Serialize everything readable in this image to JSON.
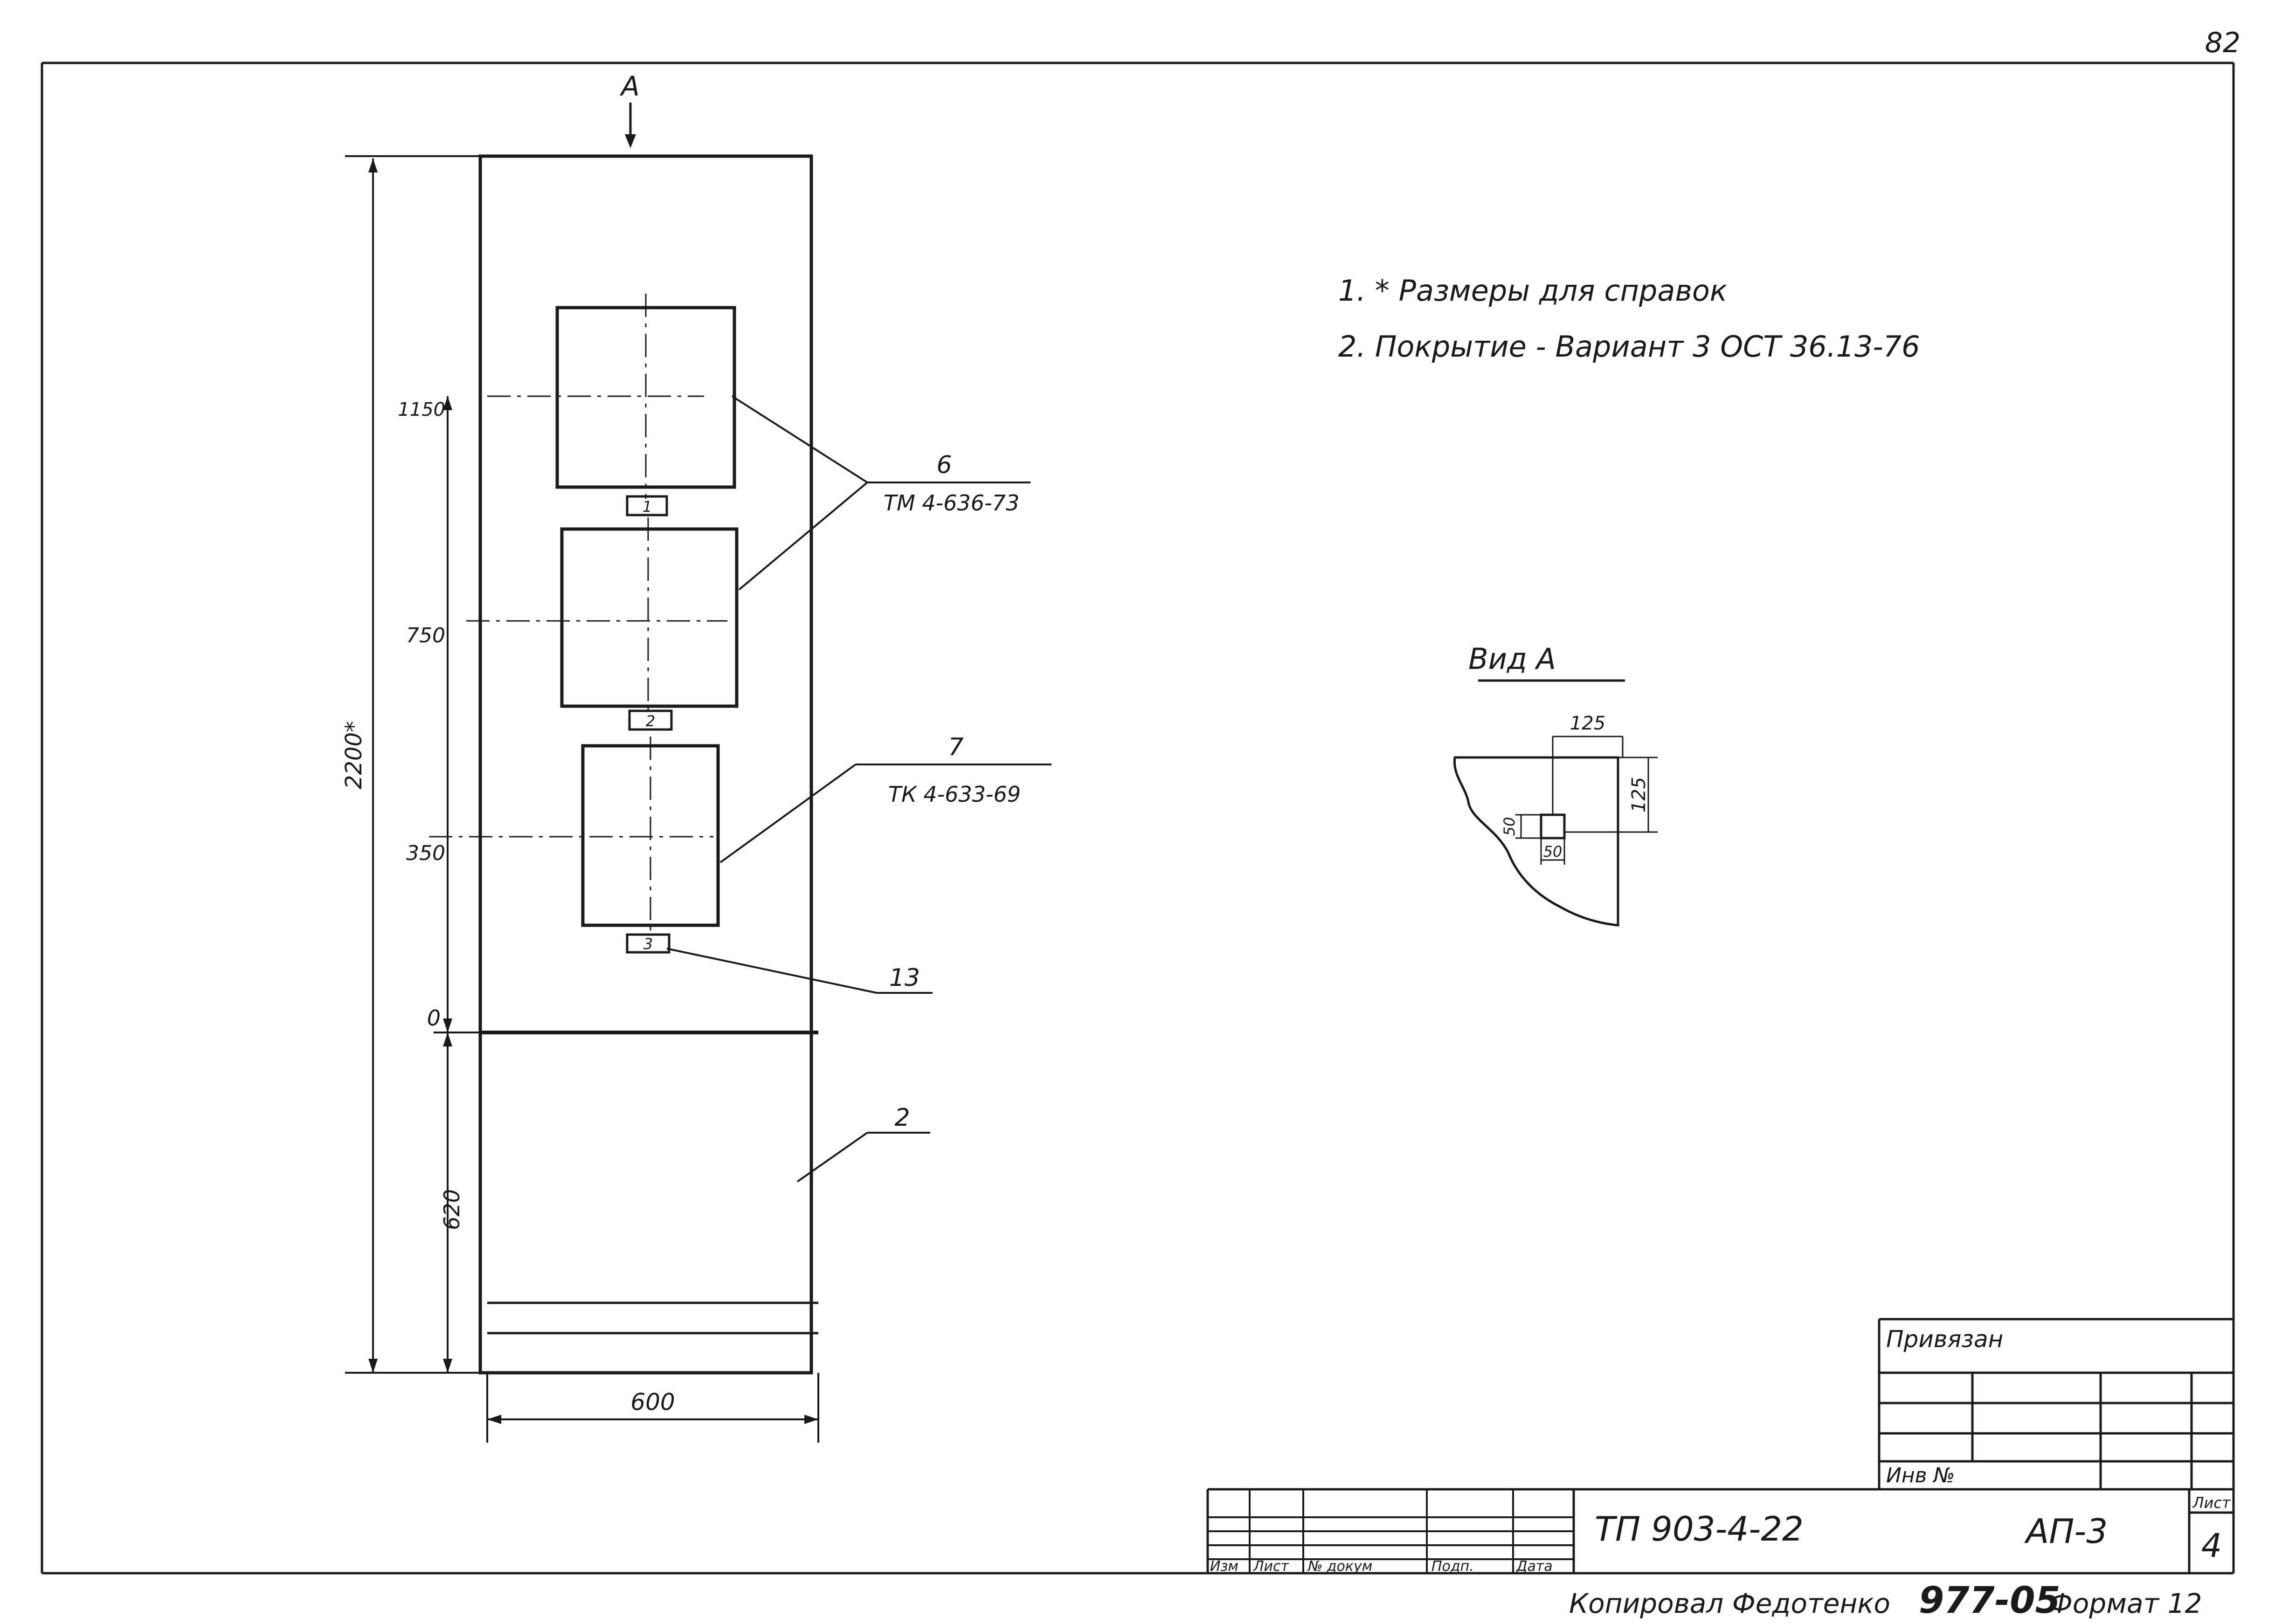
{
  "page_number": "82",
  "view_marker": "А",
  "notes": [
    "1. * Размеры для справок",
    "2. Покрытие - Вариант 3 ОСТ 36.13-76"
  ],
  "heights": {
    "h1150": "1150",
    "h750": "750",
    "h350": "350",
    "h0": "0",
    "h620": "620",
    "total": "2200*"
  },
  "width_label": "600",
  "devices": {
    "item6_pos": "6",
    "item6_doc": "ТМ 4-636-73",
    "item7_pos": "7",
    "item7_doc": "ТК 4-633-69",
    "item13_pos": "13",
    "item2_pos": "2",
    "plate_labels": [
      "1",
      "2",
      "3"
    ]
  },
  "view_a": {
    "title": "Вид А",
    "dim_125_h": "125",
    "dim_125_v": "125",
    "dim_50_h": "50",
    "dim_50_v": "50"
  },
  "title_block": {
    "privyazan": "Привязан",
    "inv_no": "Инв №",
    "doc_code": "ТП 903-4-22",
    "sheet_code": "АП-3",
    "sheet_label": "Лист",
    "sheet_no": "4",
    "col_izm": "Изм",
    "col_list": "Лист",
    "col_doc": "№ докум",
    "col_podp": "Подп.",
    "col_data": "Дата"
  },
  "footer": {
    "copied": "Копировал Федотенко",
    "order_no": "977-05",
    "format": "Формат 12"
  }
}
